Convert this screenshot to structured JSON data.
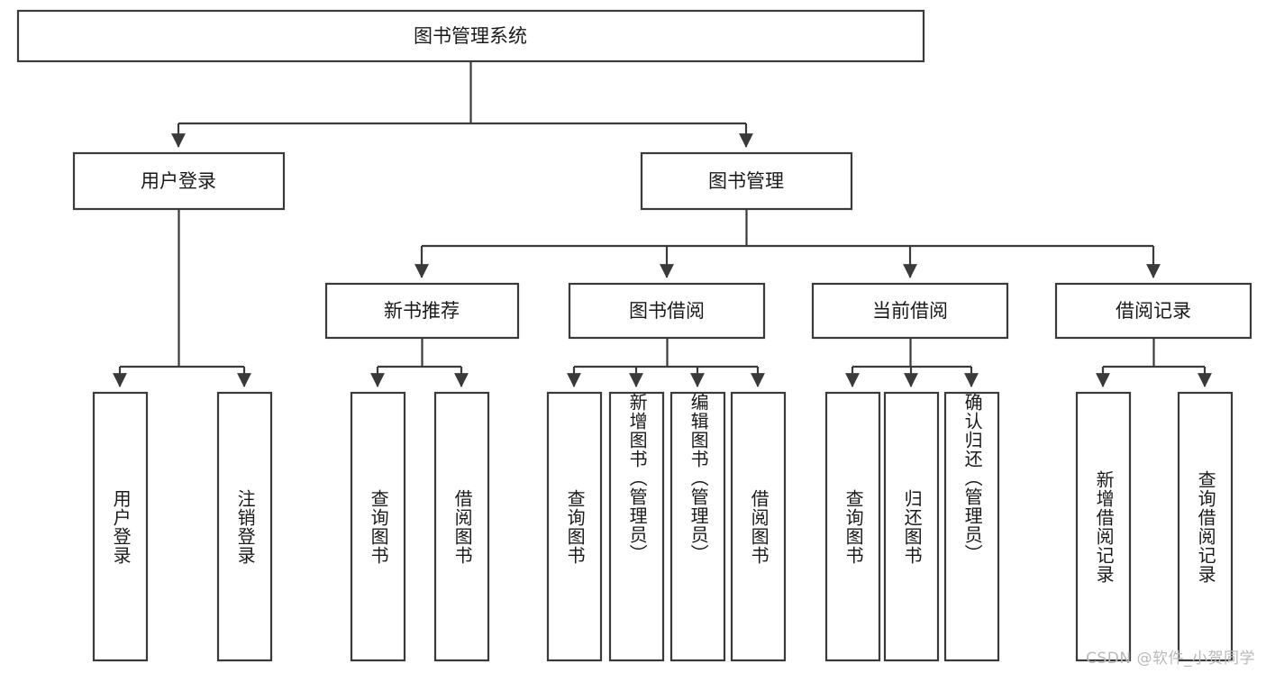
{
  "diagram": {
    "title": "图书管理系统",
    "type": "tree-hierarchy",
    "watermark": "CSDN @软件_小贺同学",
    "colors": {
      "stroke": "#3a3a3a",
      "box_fill": "#ffffff",
      "text": "#1a1a1a",
      "watermark": "#b9b9b9",
      "background": "#ffffff"
    },
    "root": {
      "label": "图书管理系统"
    },
    "level2": [
      {
        "label": "用户登录"
      },
      {
        "label": "图书管理"
      }
    ],
    "level3": [
      {
        "label": "新书推荐"
      },
      {
        "label": "图书借阅"
      },
      {
        "label": "当前借阅"
      },
      {
        "label": "借阅记录"
      }
    ],
    "leaves": [
      {
        "label": "用户登录",
        "parent": "用户登录"
      },
      {
        "label": "注销登录",
        "parent": "用户登录"
      },
      {
        "label": "查询图书",
        "parent": "新书推荐"
      },
      {
        "label": "借阅图书",
        "parent": "新书推荐"
      },
      {
        "label": "查询图书",
        "parent": "图书借阅"
      },
      {
        "label": "新增图书（管理员）",
        "parent": "图书借阅"
      },
      {
        "label": "编辑图书（管理员）",
        "parent": "图书借阅"
      },
      {
        "label": "借阅图书",
        "parent": "图书借阅"
      },
      {
        "label": "查询图书",
        "parent": "当前借阅"
      },
      {
        "label": "归还图书",
        "parent": "当前借阅"
      },
      {
        "label": "确认归还（管理员）",
        "parent": "当前借阅"
      },
      {
        "label": "新增借阅记录",
        "parent": "借阅记录"
      },
      {
        "label": "查询借阅记录",
        "parent": "借阅记录"
      }
    ]
  }
}
